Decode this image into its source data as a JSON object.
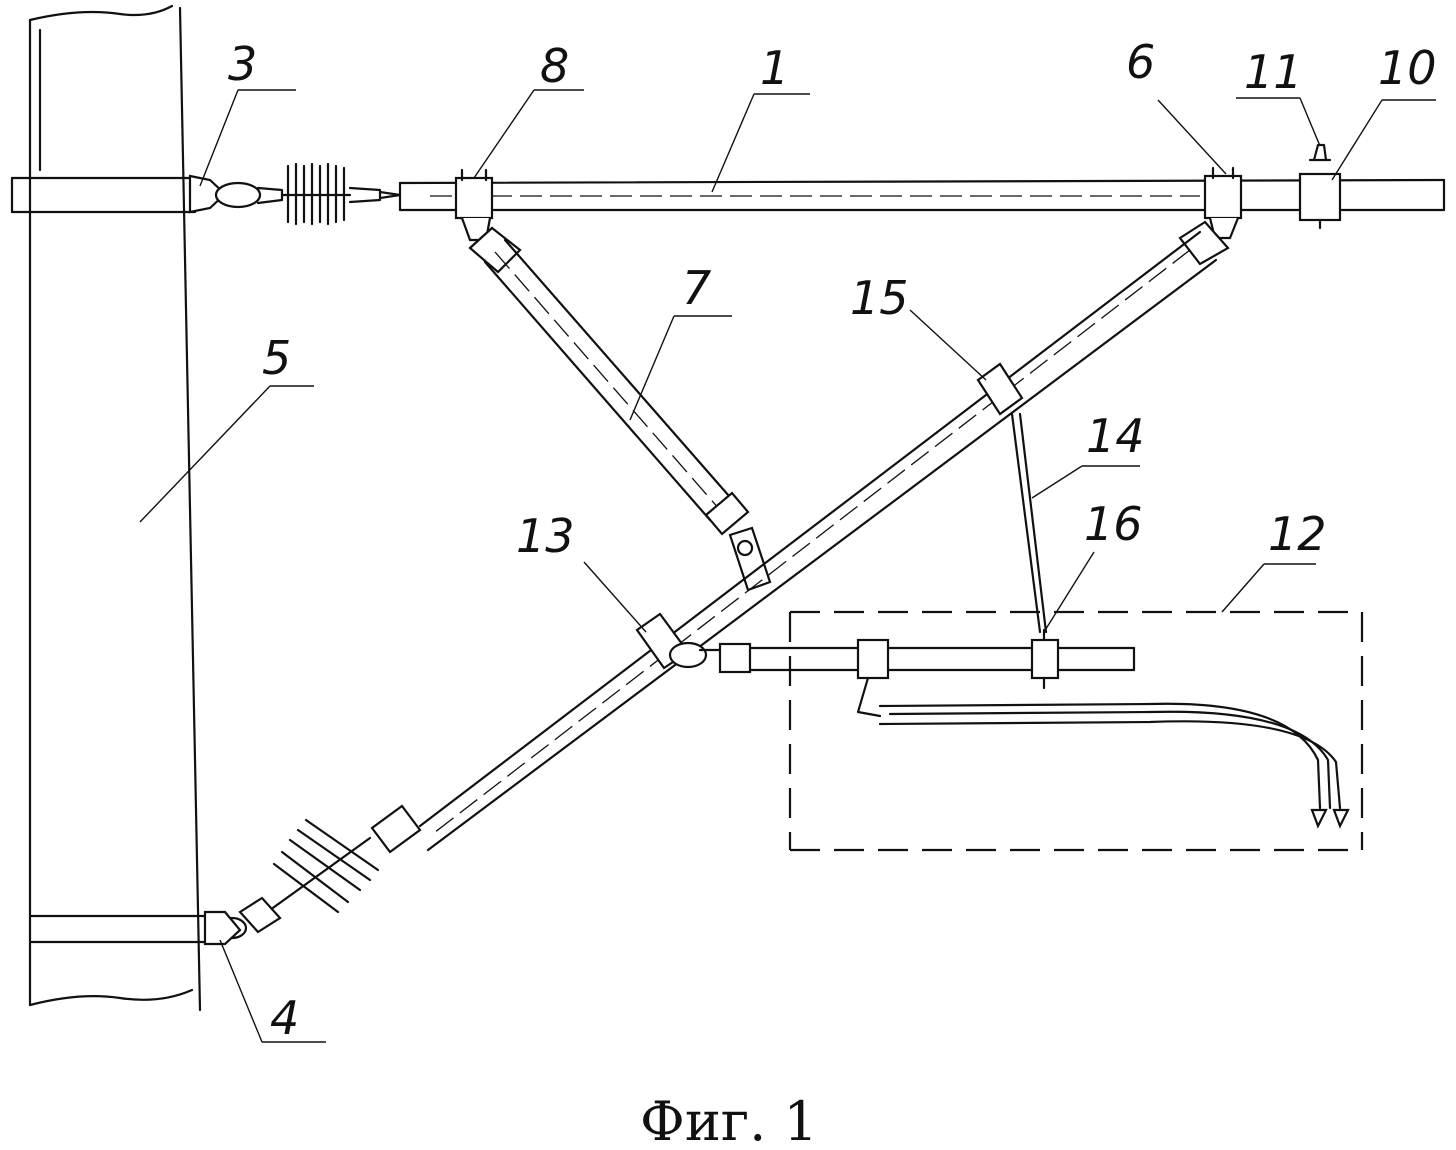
{
  "figure": {
    "caption": "Фиг. 1"
  },
  "labels": {
    "l1": "1",
    "l3": "3",
    "l4": "4",
    "l5": "5",
    "l6": "6",
    "l7": "7",
    "l8": "8",
    "l10": "10",
    "l11": "11",
    "l12": "12",
    "l13": "13",
    "l14": "14",
    "l15": "15",
    "l16": "16"
  }
}
